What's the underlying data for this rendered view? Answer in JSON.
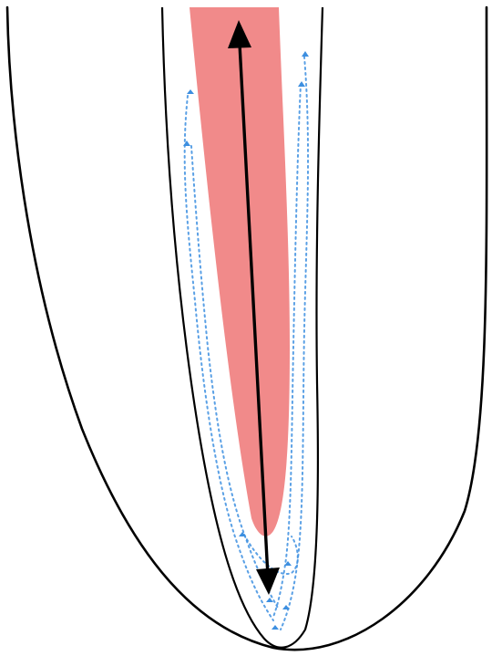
{
  "diagram": {
    "colors": {
      "background": "#ffffff",
      "outline": "#000000",
      "instrument": "#f18a8a",
      "irrigant_flow": "#3d8fe0",
      "motion_arrow": "#000000"
    },
    "elements": {
      "tooth_root": "root-outline",
      "root_canal": "canal-outline",
      "instrument": "file-instrument",
      "motion": "double-headed-arrow",
      "fluid": "dotted-flow-lines"
    }
  }
}
